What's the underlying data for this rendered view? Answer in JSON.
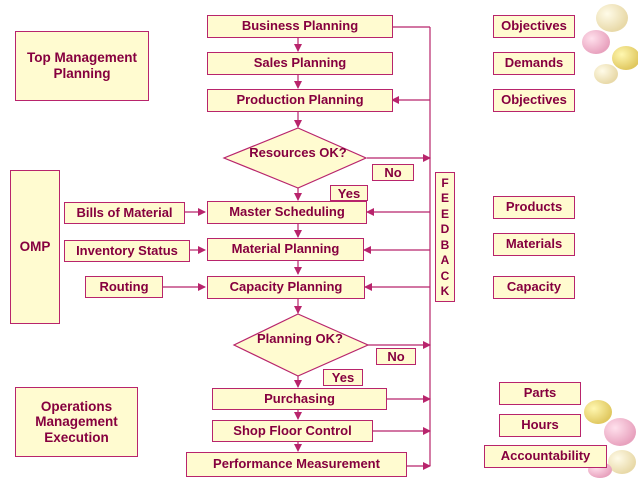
{
  "left_labels": {
    "top_management": "Top Management Planning",
    "omp": "OMP",
    "ops_execution": "Operations Management Execution"
  },
  "inputs": {
    "bom": "Bills of Material",
    "inventory": "Inventory Status",
    "routing": "Routing"
  },
  "flow": {
    "business": "Business Planning",
    "sales": "Sales Planning",
    "production": "Production Planning",
    "resources_q": "Resources OK?",
    "master": "Master Scheduling",
    "material": "Material Planning",
    "capacity": "Capacity Planning",
    "planning_q": "Planning OK?",
    "purchasing": "Purchasing",
    "shop_floor": "Shop Floor Control",
    "performance": "Performance Measurement"
  },
  "decision_labels": {
    "no1": "No",
    "yes1": "Yes",
    "no2": "No",
    "yes2": "Yes"
  },
  "feedback": [
    "F",
    "E",
    "E",
    "D",
    "B",
    "A",
    "C",
    "K"
  ],
  "outputs": {
    "objectives1": "Objectives",
    "demands": "Demands",
    "objectives2": "Objectives",
    "products": "Products",
    "materials": "Materials",
    "capacity": "Capacity",
    "parts": "Parts",
    "hours": "Hours",
    "accountability": "Accountability"
  },
  "colors": {
    "box_fill": "#fffbd0",
    "border": "#b8246c",
    "text": "#86003f",
    "connector": "#b8246c"
  }
}
